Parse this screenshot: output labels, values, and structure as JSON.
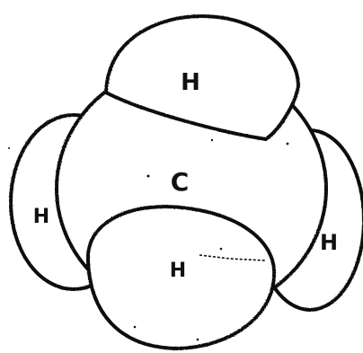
{
  "diagram": {
    "center_atom_label": "C",
    "top_atom_label": "H",
    "left_atom_label": "H",
    "right_atom_label": "H",
    "front_atom_label": "H"
  },
  "colors": {
    "ink": "#111111",
    "background": "#ffffff"
  }
}
